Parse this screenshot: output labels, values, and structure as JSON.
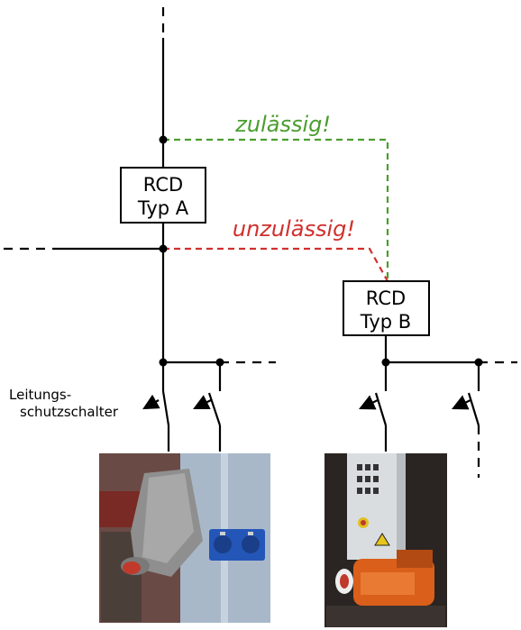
{
  "diagram": {
    "allowed_label": "zulässig!",
    "not_allowed_label": "unzulässig!",
    "rcd_a": {
      "line1": "RCD",
      "line2": "Typ A"
    },
    "rcd_b": {
      "line1": "RCD",
      "line2": "Typ B"
    },
    "breaker_label": {
      "line1": "Leitungs-",
      "line2": "schutzschalter"
    },
    "colors": {
      "allowed": "#4a9e2e",
      "not_allowed": "#d0302c"
    }
  },
  "photos": [
    {
      "subject": "wall-mounted CEE socket with blue schuko outlets"
    },
    {
      "subject": "control cabinet with orange motor unit"
    }
  ]
}
